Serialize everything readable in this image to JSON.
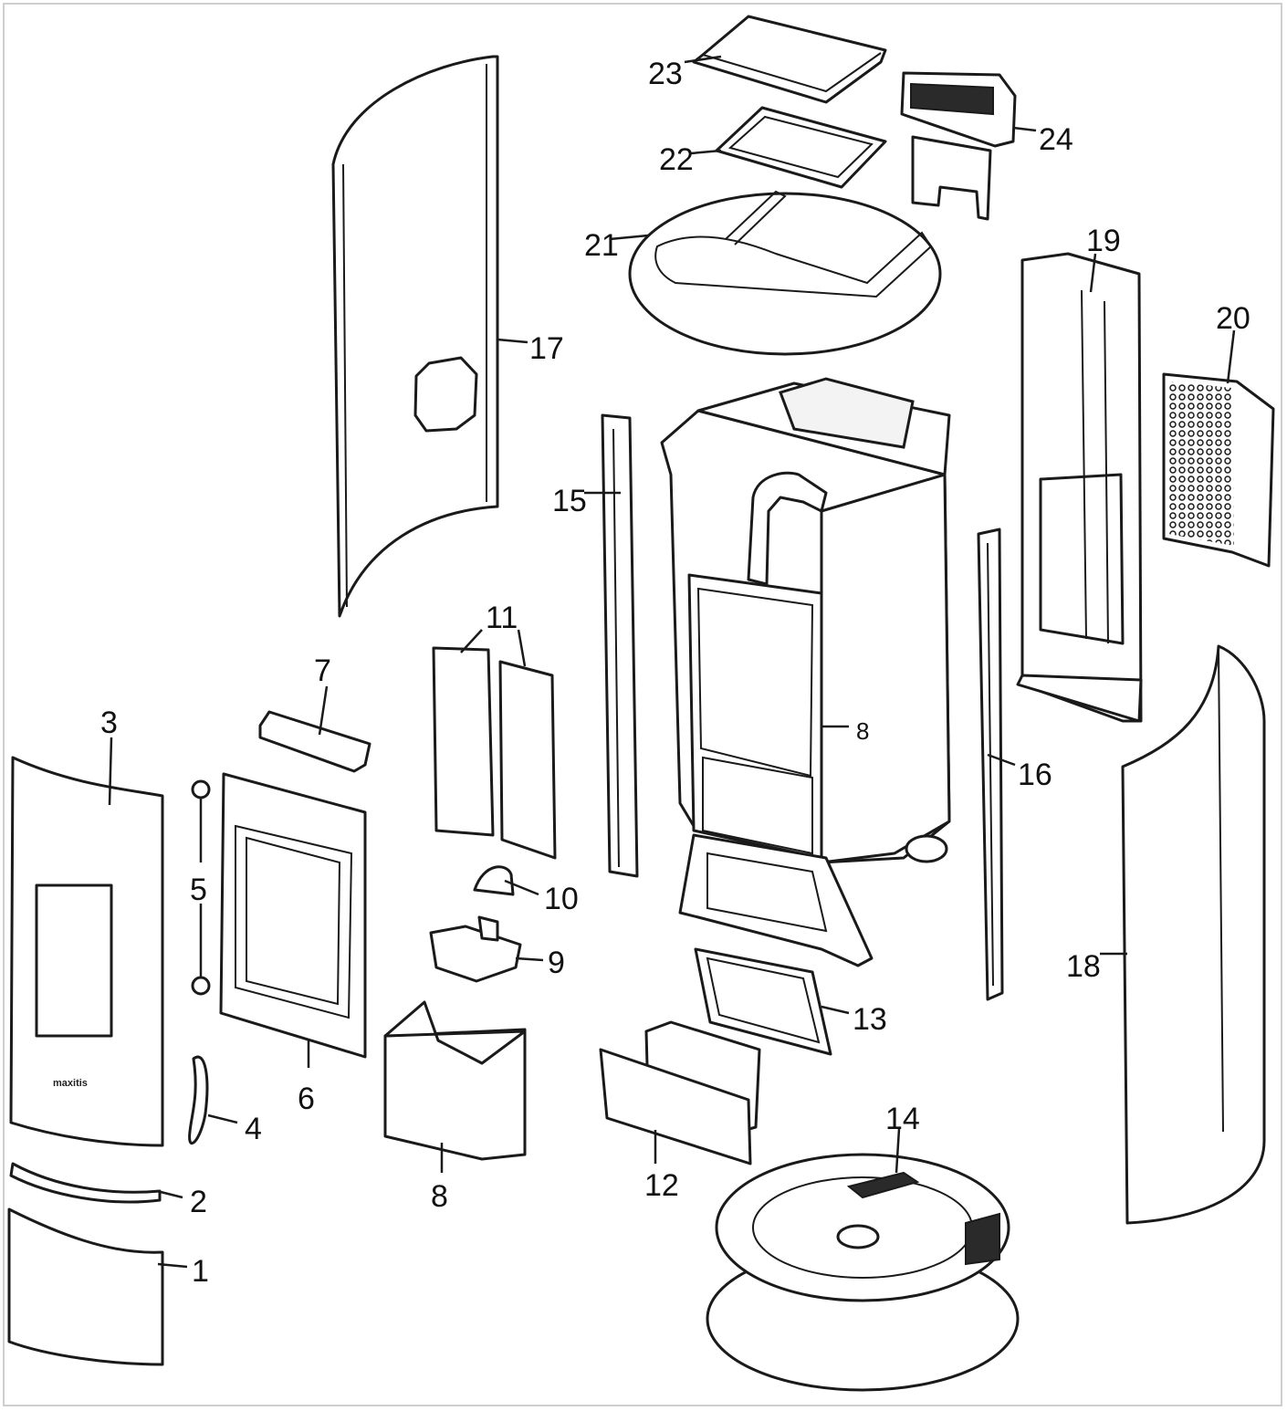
{
  "diagram": {
    "style": {
      "line_color": "#1a1a1a",
      "background": "#ffffff",
      "frame_border": "#cfcfcf"
    },
    "callouts": [
      {
        "id": "1",
        "label": "1"
      },
      {
        "id": "2",
        "label": "2"
      },
      {
        "id": "3",
        "label": "3"
      },
      {
        "id": "4",
        "label": "4"
      },
      {
        "id": "5",
        "label": "5"
      },
      {
        "id": "6",
        "label": "6"
      },
      {
        "id": "7",
        "label": "7"
      },
      {
        "id": "8a",
        "label": "8"
      },
      {
        "id": "8b",
        "label": "8"
      },
      {
        "id": "9",
        "label": "9"
      },
      {
        "id": "10",
        "label": "10"
      },
      {
        "id": "11",
        "label": "11"
      },
      {
        "id": "12",
        "label": "12"
      },
      {
        "id": "13",
        "label": "13"
      },
      {
        "id": "14",
        "label": "14"
      },
      {
        "id": "15",
        "label": "15"
      },
      {
        "id": "16",
        "label": "16"
      },
      {
        "id": "17",
        "label": "17"
      },
      {
        "id": "18",
        "label": "18"
      },
      {
        "id": "19",
        "label": "19"
      },
      {
        "id": "20",
        "label": "20"
      },
      {
        "id": "21",
        "label": "21"
      },
      {
        "id": "22",
        "label": "22"
      },
      {
        "id": "23",
        "label": "23"
      },
      {
        "id": "24",
        "label": "24"
      }
    ],
    "brand_mark": "maxitis"
  }
}
